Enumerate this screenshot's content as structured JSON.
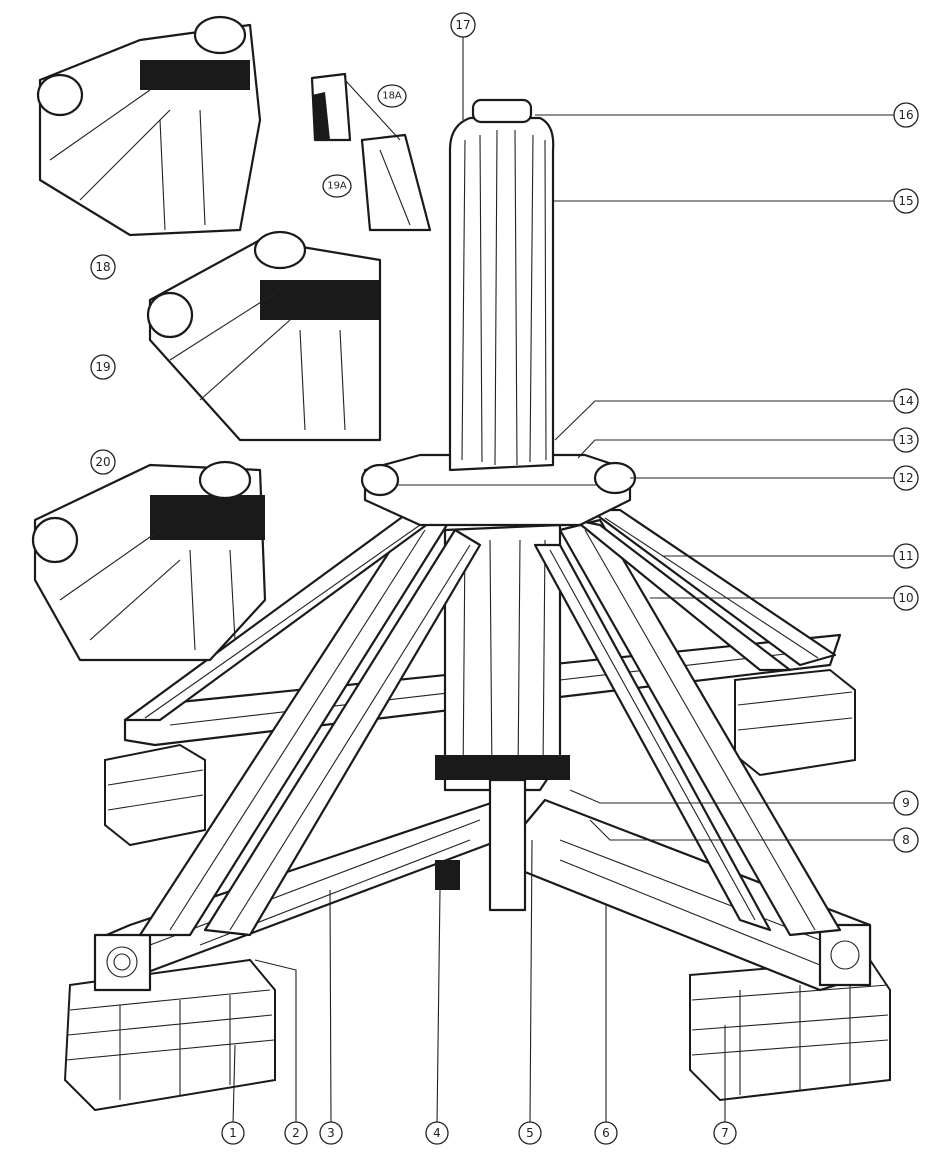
{
  "callouts": {
    "c1": "1",
    "c2": "2",
    "c3": "3",
    "c4": "4",
    "c5": "5",
    "c6": "6",
    "c7": "7",
    "c8": "8",
    "c9": "9",
    "c10": "10",
    "c11": "11",
    "c12": "12",
    "c13": "13",
    "c14": "14",
    "c15": "15",
    "c16": "16",
    "c17": "17",
    "c18": "18",
    "c19": "19",
    "c20": "20",
    "c18a": "18A",
    "c19a": "19A"
  }
}
